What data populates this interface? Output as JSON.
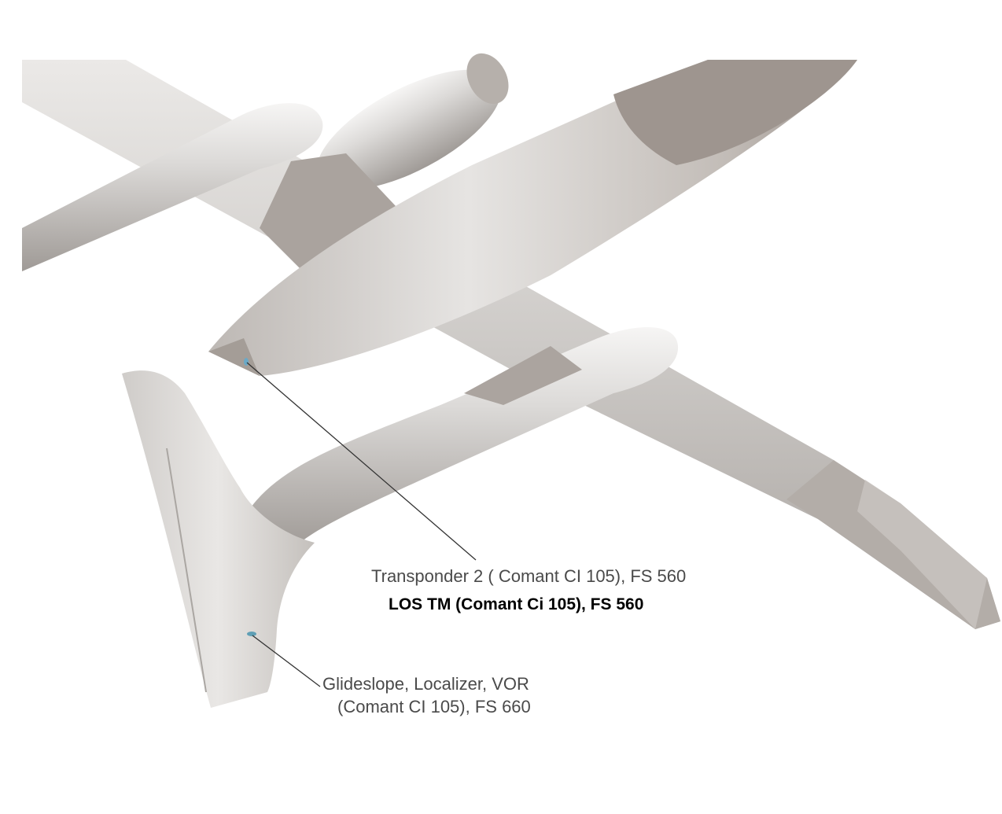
{
  "annotations": {
    "transponder": "Transponder 2 ( Comant CI 105), FS 560",
    "los_tm": "LOS TM (Comant Ci 105), FS 560",
    "glideslope_line1": "Glideslope, Localizer, VOR",
    "glideslope_line2": "(Comant CI 105), FS 660"
  },
  "colors": {
    "background": "#ffffff",
    "surface": "#d3d1cf",
    "surface_shadow": "#a8a29e",
    "panel_dark": "#9e958f",
    "antenna_marker": "#6aa9c7",
    "leader_line": "#333333"
  }
}
